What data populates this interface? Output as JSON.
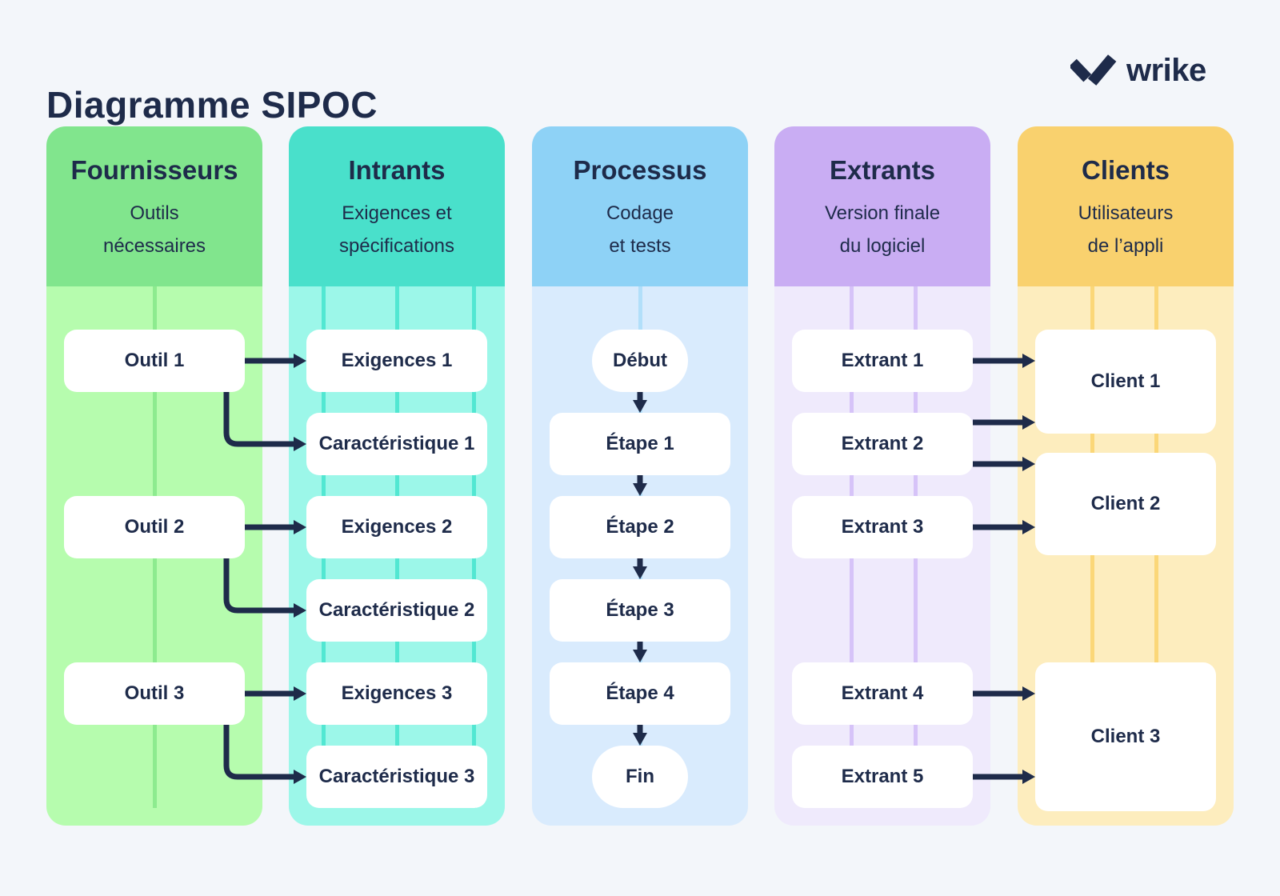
{
  "page": {
    "title": "Diagramme SIPOC",
    "background": "#f3f6fa",
    "ink": "#1e2b4a"
  },
  "logo": {
    "text": "wrike",
    "icon": "wrike-double-check-icon",
    "color": "#1e2b4a"
  },
  "columns": [
    {
      "title": "Fournisseurs",
      "subtitle": [
        "Outils",
        "nécessaires"
      ],
      "colors": {
        "header": "#81e58d",
        "body": "#b6fcae",
        "line": "#8deb8f"
      },
      "cards": [
        "Outil 1",
        "Outil 2",
        "Outil 3"
      ]
    },
    {
      "title": "Intrants",
      "subtitle": [
        "Exigences et",
        "spécifications"
      ],
      "colors": {
        "header": "#49e0cb",
        "body": "#9cf7e9",
        "line": "#52e7d2"
      },
      "cards": [
        "Exigences 1",
        "Caractéristique 1",
        "Exigences 2",
        "Caractéristique 2",
        "Exigences 3",
        "Caractéristique 3"
      ]
    },
    {
      "title": "Processus",
      "subtitle": [
        "Codage",
        "et tests"
      ],
      "colors": {
        "header": "#8ed2f6",
        "body": "#d9ebfd",
        "line": "#b2dffa"
      },
      "cards": [
        "Début",
        "Étape 1",
        "Étape 2",
        "Étape 3",
        "Étape 4",
        "Fin"
      ]
    },
    {
      "title": "Extrants",
      "subtitle": [
        "Version finale",
        "du logiciel"
      ],
      "colors": {
        "header": "#c9adf3",
        "body": "#efeafc",
        "line": "#d6c3f8"
      },
      "cards": [
        "Extrant 1",
        "Extrant 2",
        "Extrant 3",
        "Extrant 4",
        "Extrant 5"
      ]
    },
    {
      "title": "Clients",
      "subtitle": [
        "Utilisateurs",
        "de l’appli"
      ],
      "colors": {
        "header": "#f9d16e",
        "body": "#fdedbe",
        "line": "#fbd778"
      },
      "cards": [
        "Client 1",
        "Client 2",
        "Client 3"
      ]
    }
  ],
  "connections": [
    {
      "from": "Outil 1",
      "to": "Exigences 1"
    },
    {
      "from": "Outil 1",
      "to": "Caractéristique 1"
    },
    {
      "from": "Outil 2",
      "to": "Exigences 2"
    },
    {
      "from": "Outil 2",
      "to": "Caractéristique 2"
    },
    {
      "from": "Outil 3",
      "to": "Exigences 3"
    },
    {
      "from": "Outil 3",
      "to": "Caractéristique 3"
    },
    {
      "from": "Début",
      "to": "Étape 1"
    },
    {
      "from": "Étape 1",
      "to": "Étape 2"
    },
    {
      "from": "Étape 2",
      "to": "Étape 3"
    },
    {
      "from": "Étape 3",
      "to": "Étape 4"
    },
    {
      "from": "Étape 4",
      "to": "Fin"
    },
    {
      "from": "Extrant 1",
      "to": "Client 1"
    },
    {
      "from": "Extrant 2",
      "to": "Client 1"
    },
    {
      "from": "Extrant 2",
      "to": "Client 2"
    },
    {
      "from": "Extrant 3",
      "to": "Client 2"
    },
    {
      "from": "Extrant 4",
      "to": "Client 3"
    },
    {
      "from": "Extrant 5",
      "to": "Client 3"
    }
  ]
}
